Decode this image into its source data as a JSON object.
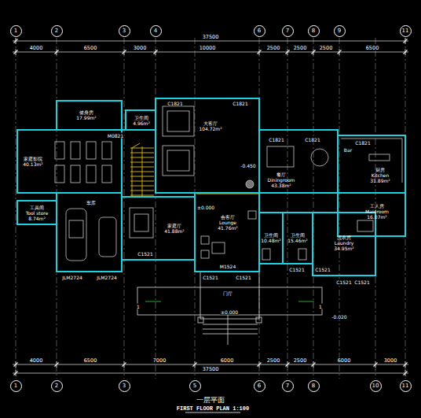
{
  "diagram": {
    "title": "一层平面",
    "caption": "FIRST FLOOR PLAN 1:100",
    "nodes": [
      {
        "text": [
          "健身房",
          "17.99m²"
        ]
      },
      {
        "text": [
          "家庭影院",
          "40.13m²"
        ]
      },
      {
        "text": [
          "工具间",
          "Tool store",
          "8.74m²"
        ]
      },
      {
        "text": [
          "车库"
        ]
      },
      {
        "text": [
          "卫生间",
          "4.96m²"
        ]
      },
      {
        "text": [
          "大客厅",
          "104.72m²"
        ]
      },
      {
        "text": [
          "家庭厅",
          "41.88m²"
        ]
      },
      {
        "text": [
          "会客厅",
          "Lounge",
          "41.76m²"
        ]
      },
      {
        "text": [
          "餐厅",
          "Diningroom",
          "43.38m²"
        ]
      },
      {
        "text": [
          "Bar"
        ]
      },
      {
        "text": [
          "厨房",
          "Kitchen",
          "31.89m²"
        ]
      },
      {
        "text": [
          "工人房",
          "Maidroom",
          "16.07m²"
        ]
      },
      {
        "text": [
          "卫生间",
          "10.48m²"
        ]
      },
      {
        "text": [
          "卫生间",
          "15.46m²"
        ]
      },
      {
        "text": [
          "洗衣房",
          "Laundry",
          "34.95m²"
        ]
      },
      {
        "text": [
          "门厅"
        ]
      },
      {
        "text": [
          "1"
        ]
      },
      {
        "text": [
          "2"
        ]
      },
      {
        "text": [
          "3"
        ]
      },
      {
        "text": [
          "4"
        ]
      },
      {
        "text": [
          "6"
        ]
      },
      {
        "text": [
          "7"
        ]
      },
      {
        "text": [
          "8"
        ]
      },
      {
        "text": [
          "9"
        ]
      },
      {
        "text": [
          "11"
        ]
      },
      {
        "text": [
          "1"
        ]
      },
      {
        "text": [
          "2"
        ]
      },
      {
        "text": [
          "3"
        ]
      },
      {
        "text": [
          "5"
        ]
      },
      {
        "text": [
          "6"
        ]
      },
      {
        "text": [
          "7"
        ]
      },
      {
        "text": [
          "8"
        ]
      },
      {
        "text": [
          "10"
        ]
      },
      {
        "text": [
          "11"
        ]
      }
    ],
    "labels": [
      "37500",
      "4000",
      "6500",
      "3000",
      "10000",
      "2500",
      "2500",
      "2500",
      "6500",
      "4000",
      "6500",
      "7000",
      "6000",
      "2500",
      "2500",
      "6000",
      "3000",
      "37500",
      "-0.450",
      "±0.000",
      "±0.000",
      "-0.020",
      "C1821",
      "C1821",
      "C1821",
      "C1821",
      "C1821",
      "M0821",
      "C1521",
      "M1524",
      "C1521",
      "C1521",
      "JLM2724",
      "JLM2724",
      "C1521",
      "C1521",
      "C1521",
      "C1521",
      "1",
      "1"
    ]
  }
}
